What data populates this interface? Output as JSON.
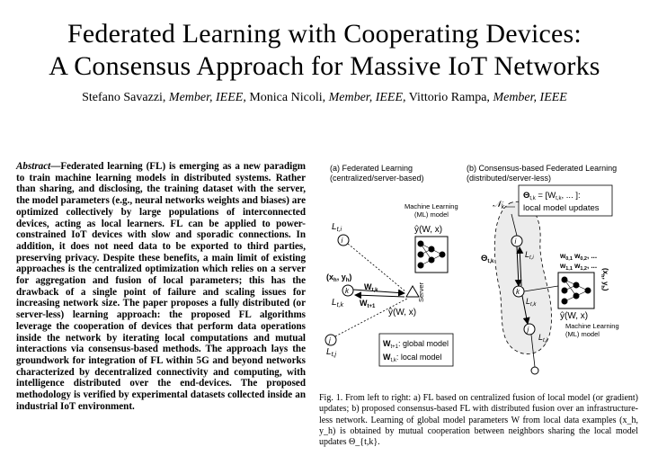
{
  "paper": {
    "title_line1": "Federated Learning with Cooperating Devices:",
    "title_line2": "A Consensus Approach for Massive IoT Networks",
    "authors": [
      {
        "name": "Stefano Savazzi,",
        "role": "Member, IEEE,"
      },
      {
        "name": "Monica Nicoli,",
        "role": "Member, IEEE,"
      },
      {
        "name": "Vittorio Rampa,",
        "role": "Member, IEEE"
      }
    ],
    "abstract_lead": "Abstract",
    "abstract_body": "—Federated learning (FL) is emerging as a new paradigm to train machine learning models in distributed systems. Rather than sharing, and disclosing, the training dataset with the server, the model parameters (e.g., neural networks weights and biases) are optimized collectively by large populations of interconnected devices, acting as local learners. FL can be applied to power-constrained IoT devices with slow and sporadic connections. In addition, it does not need data to be exported to third parties, preserving privacy. Despite these benefits, a main limit of existing approaches is the centralized optimization which relies on a server for aggregation and fusion of local parameters; this has the drawback of a single point of failure and scaling issues for increasing network size. The paper proposes a fully distributed (or server-less) learning approach: the proposed FL algorithms leverage the cooperation of devices that perform data operations inside the network by iterating local computations and mutual interactions via consensus-based methods. The approach lays the groundwork for integration of FL within 5G and beyond networks characterized by decentralized connectivity and computing, with intelligence distributed over the end-devices. The proposed methodology is verified by experimental datasets collected inside an industrial IoT environment."
  },
  "figure": {
    "panel_a_title": "(a) Federated Learning",
    "panel_a_sub": "(centralized/server-based)",
    "panel_b_title": "(b) Consensus-based Federated Learning",
    "panel_b_sub": "(distributed/server-less)",
    "ml_model_line1": "Machine Learning",
    "ml_model_line2": "(ML) model",
    "yhat": "ŷ(W, x)",
    "server": "Server",
    "L_ti": "L",
    "sub_ti": "t,i",
    "L_tk": "L",
    "sub_tk": "t,k",
    "L_tj": "L",
    "sub_tj": "t,j",
    "node_i": "i",
    "node_k": "k",
    "node_j": "j",
    "xy": "(x",
    "xy_sub": "h",
    "xy2": ", y",
    "xy_end": ")",
    "W_tk": "W",
    "W_tk_sub": "t,k",
    "W_t1": "W",
    "W_t1_sub": "t+1",
    "box_line1_a": "W",
    "box_line1_sub": "t+1",
    "box_line1_b": ": global model",
    "box_line2_a": "W",
    "box_line2_sub": "t,k",
    "box_line2_b": ": local model",
    "N_k": "𝒩",
    "N_k_sub": "k",
    "theta_box_a": "Θ",
    "theta_box_sub": "t,k",
    "theta_box_b": " = [W",
    "theta_box_sub2": "t,k",
    "theta_box_c": ", ... ]:",
    "theta_box_line2": "local model updates",
    "theta_lbl": "Θ",
    "theta_lbl_sub": "t,k",
    "w01": "w",
    "w01_sub": "0,1",
    "w02": " w",
    "w02_sub": "0,2",
    "w_dots": ", ...",
    "w11": "w",
    "w11_sub": "1,1",
    "w12": " w",
    "w12_sub": "1,2",
    "w_dots2": ", ...",
    "xy_rot": "(x",
    "xy_rot_sub": "h",
    "xy_rot2": ", y",
    "xy_rot_sub2": "h",
    "xy_rot_end": ")"
  },
  "caption": {
    "text": "Fig. 1.  From left to right: a) FL based on centralized fusion of local model (or gradient) updates; b) proposed consensus-based FL with distributed fusion over an infrastructure-less network. Learning of global model parameters W from local data examples (x_h, y_h) is obtained by mutual cooperation between neighbors sharing the local model updates Θ_{t,k}."
  },
  "colors": {
    "text": "#000000",
    "cloud": "#ececec",
    "background": "#ffffff"
  }
}
